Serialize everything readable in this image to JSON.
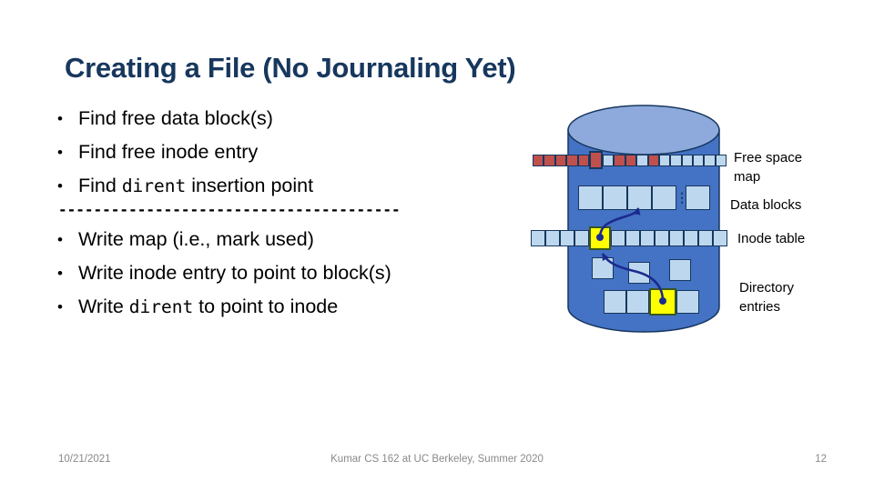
{
  "title": "Creating a File (No Journaling Yet)",
  "bullets": {
    "marker": "•",
    "find1": "Find free data block(s)",
    "find2": "Find free inode entry",
    "find3_pre": "Find ",
    "find3_mono": "dirent",
    "find3_post": " insertion point",
    "divider": "---------------------------------------",
    "write1": "Write map (i.e., mark used)",
    "write2": "Write inode entry to point to block(s)",
    "write3_pre": "Write ",
    "write3_mono": "dirent",
    "write3_post": " to point to inode"
  },
  "diagram": {
    "ellipsis": "⋮",
    "free_space_map_blocks": [
      "used",
      "used",
      "used",
      "used",
      "used",
      "marked",
      "free",
      "used",
      "used",
      "free",
      "used",
      "free",
      "free",
      "free",
      "free",
      "free",
      "free"
    ],
    "data_blocks_row": [
      "free",
      "free",
      "free",
      "free",
      "gap",
      "free"
    ],
    "inode_table_blocks": [
      "free",
      "free",
      "free",
      "free",
      "inode",
      "free",
      "free",
      "free",
      "free",
      "free",
      "free",
      "free",
      "free"
    ],
    "directory_upper_blocks": [
      "free",
      "free",
      "free"
    ],
    "directory_lower_blocks": [
      "free",
      "free",
      "dirent",
      "free"
    ],
    "labels": {
      "free_space_map_1": "Free space",
      "free_space_map_2": "map",
      "data_blocks": "Data blocks",
      "inode_table": "Inode table",
      "directory_1": "Directory",
      "directory_2": "entries"
    }
  },
  "footer": {
    "date": "10/21/2021",
    "course": "Kumar CS 162 at UC Berkeley, Summer 2020",
    "page": "12"
  },
  "colors": {
    "title": "#17375D",
    "body_text": "#000000",
    "cyl_body": "#4472C4",
    "cyl_top": "#8EAADC",
    "outline": "#17375E",
    "block_free": "#BDD7EE",
    "block_used": "#C0504D",
    "block_new": "#FFFF00",
    "block_new_border": "#375623",
    "arrow": "#1B2A8F",
    "footer_text": "#898989"
  }
}
